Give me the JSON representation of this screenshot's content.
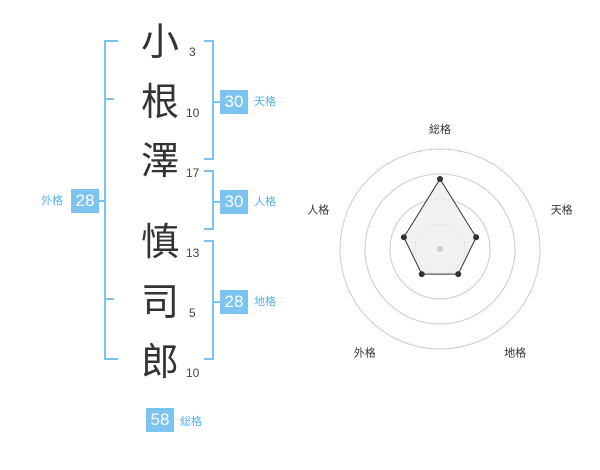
{
  "name": {
    "surname": [
      {
        "char": "小",
        "strokes": "3"
      },
      {
        "char": "根",
        "strokes": "10"
      },
      {
        "char": "澤",
        "strokes": "17"
      }
    ],
    "given": [
      {
        "char": "慎",
        "strokes": "13"
      },
      {
        "char": "司",
        "strokes": "5"
      },
      {
        "char": "郎",
        "strokes": "10"
      }
    ]
  },
  "scores": {
    "tenkaku": {
      "value": "30",
      "label": "天格"
    },
    "jinkaku": {
      "value": "30",
      "label": "人格"
    },
    "chikaku": {
      "value": "28",
      "label": "地格"
    },
    "gaikaku": {
      "value": "28",
      "label": "外格"
    },
    "soukaku": {
      "value": "58",
      "label": "総格"
    }
  },
  "colors": {
    "accent": "#7cc4ef",
    "accent_text": "#55b3ea",
    "text": "#333333",
    "grid": "#cccccc",
    "polygon_fill": "#eeeeee",
    "polygon_stroke": "#333333",
    "center_dot": "#cccccc"
  },
  "chart_data": {
    "type": "radar",
    "axes": [
      "総格",
      "天格",
      "地格",
      "外格",
      "人格"
    ],
    "values": [
      0.7,
      0.38,
      0.31,
      0.31,
      0.38
    ],
    "rings": 4,
    "range": [
      0,
      1
    ],
    "grid": true
  }
}
